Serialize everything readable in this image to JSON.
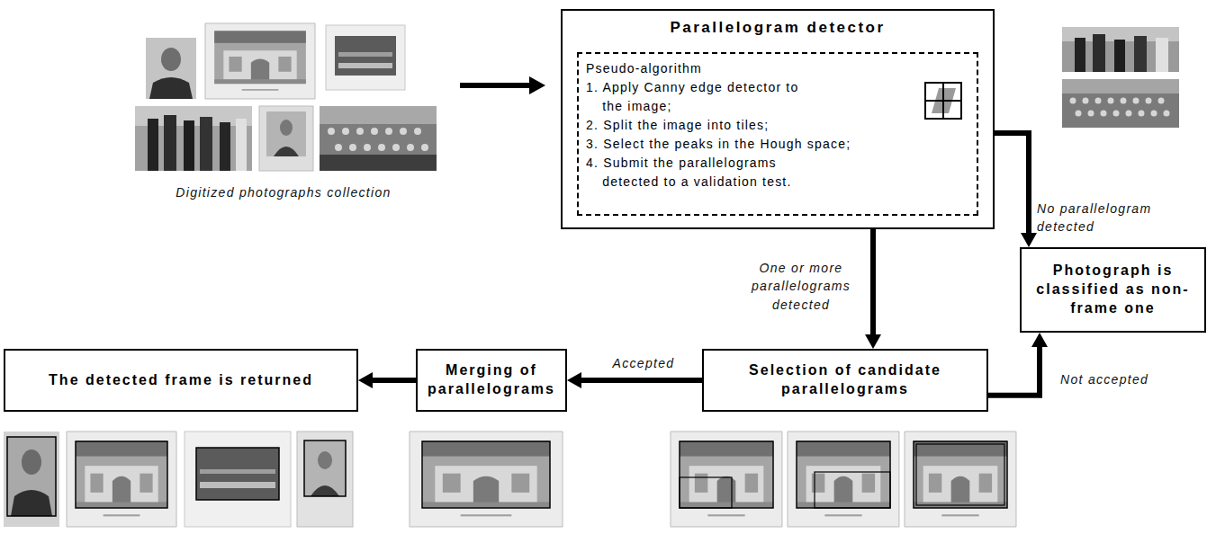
{
  "diagram": {
    "nodes": [
      {
        "text": [
          "Parallelogram detector"
        ]
      },
      {
        "text": [
          "Pseudo-algorithm",
          "1. Apply Canny edge detector to the image;",
          "2. Split the image into tiles;",
          "3. Select the peaks in the Hough space;",
          "4. Submit the parallelograms detected to a validation test."
        ],
        "in": 0
      },
      {
        "text": [
          "Photograph is classified as non-frame one"
        ]
      },
      {
        "text": [
          "Selection of candidate parallelograms"
        ]
      },
      {
        "text": [
          "Merging of parallelograms"
        ]
      },
      {
        "text": [
          "The detected frame is returned"
        ]
      }
    ],
    "edges": [
      {
        "from": 0,
        "to": 2,
        "arrow": "to",
        "label": "No parallelogram detected"
      },
      {
        "from": 0,
        "to": 3,
        "arrow": "to",
        "label": "One or more parallelograms detected"
      },
      {
        "from": 3,
        "to": 2,
        "arrow": "to",
        "label": "Not accepted"
      },
      {
        "from": 3,
        "to": 4,
        "arrow": "to",
        "label": "Accepted"
      },
      {
        "from": 4,
        "to": 5,
        "arrow": "to"
      }
    ],
    "labels": [
      "Digitized photographs collection"
    ]
  }
}
